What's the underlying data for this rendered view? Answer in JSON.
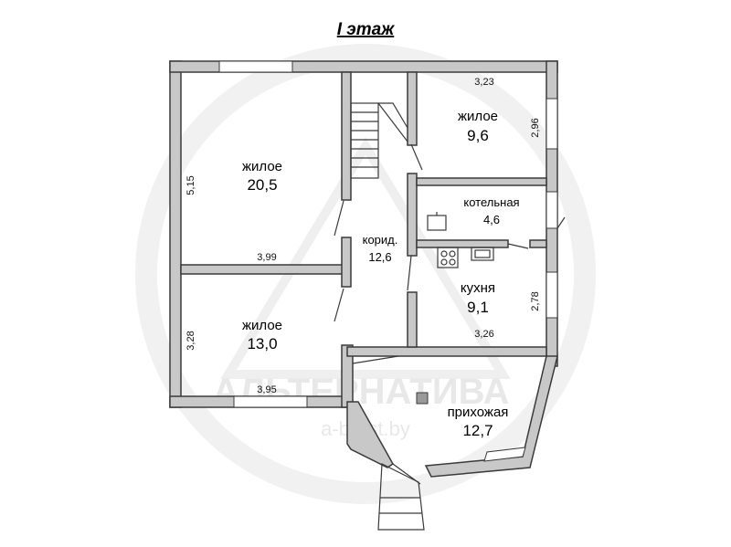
{
  "floor_title": "I этаж",
  "watermark": {
    "brand": "АЛЬТЕРНАТИВА",
    "site": "a-brest.by"
  },
  "rooms": [
    {
      "name": "жилое",
      "area": "20,5"
    },
    {
      "name": "жилое",
      "area": "13,0"
    },
    {
      "name": "корид.",
      "area": "12,6"
    },
    {
      "name": "жилое",
      "area": "9,6"
    },
    {
      "name": "котельная",
      "area": "4,6"
    },
    {
      "name": "кухня",
      "area": "9,1"
    },
    {
      "name": "прихожая",
      "area": "12,7"
    }
  ],
  "dimensions": [
    "5,15",
    "3,99",
    "3,28",
    "3,95",
    "3,23",
    "2,96",
    "2,78",
    "3,26"
  ]
}
